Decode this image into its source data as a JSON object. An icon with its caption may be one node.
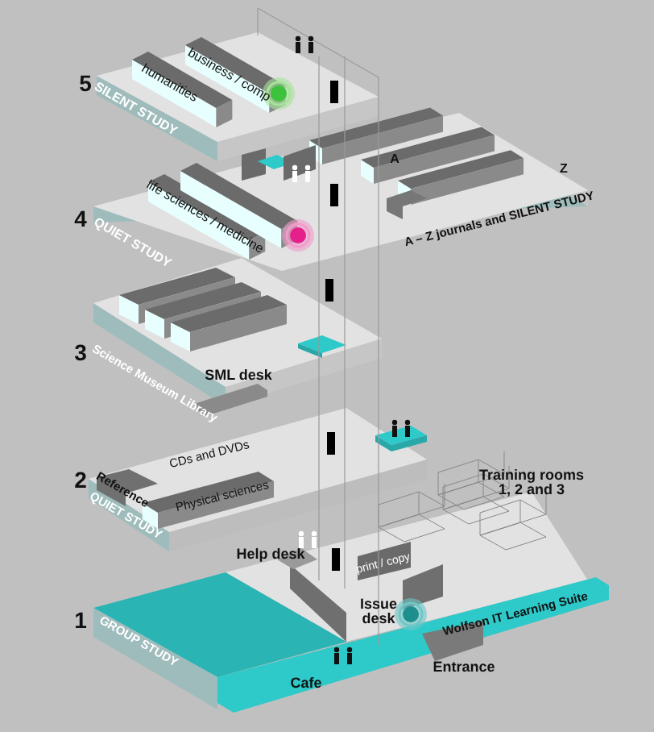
{
  "diagram": {
    "labels": [
      "5",
      "business / comp",
      "humanities",
      "SILENT STUDY",
      "A",
      "Z",
      "4",
      "life sciences / medicine",
      "QUIET STUDY",
      "A – Z journals and SILENT STUDY",
      "3",
      "Science Museum Library",
      "SML desk",
      "2",
      "CDs and DVDs",
      "Reference",
      "Physical sciences",
      "QUIET STUDY",
      "Training rooms 1, 2 and 3",
      "Help desk",
      "print / copy",
      "1",
      "Issue desk",
      "GROUP STUDY",
      "Wolfson IT Learning Suite",
      "Entrance",
      "Cafe"
    ]
  }
}
